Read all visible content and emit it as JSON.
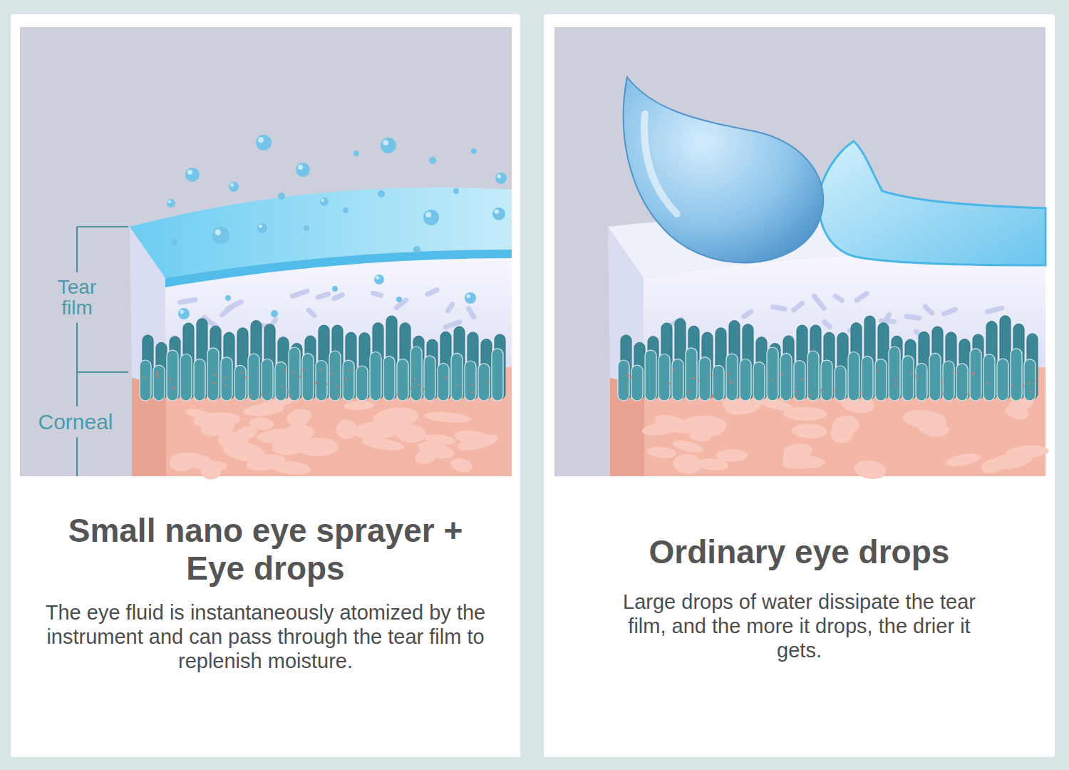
{
  "diagram": {
    "nodes": [
      {
        "text": [
          "Small nano eye sprayer + Eye drops",
          "The eye fluid is instantaneously atomized by the instrument and can pass through the tear film to replenish moisture."
        ]
      },
      {
        "text": [
          "Ordinary eye drops",
          "Large drops of water dissipate the tear film, and the more it drops, the drier it gets."
        ]
      }
    ],
    "labels": [
      "Tear film",
      "Corneal"
    ]
  }
}
